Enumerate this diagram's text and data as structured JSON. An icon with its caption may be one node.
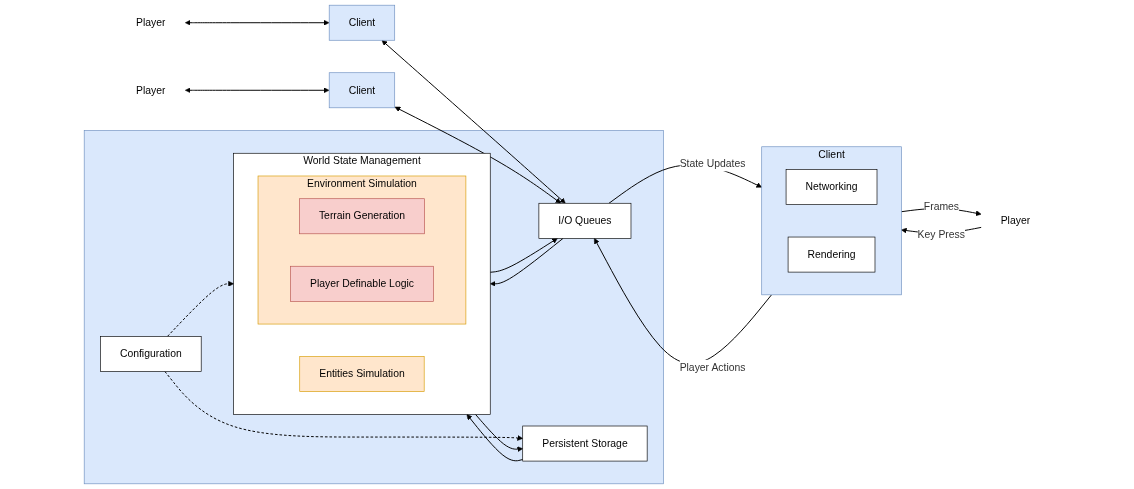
{
  "diagram": {
    "nodes": [
      {
        "text": [
          "Player"
        ]
      },
      {
        "text": [
          "Client"
        ]
      },
      {
        "text": [
          "Networking"
        ],
        "in": 1
      },
      {
        "text": [
          "Rendering"
        ],
        "in": 1
      },
      {
        "text": [
          "Player"
        ]
      },
      {
        "text": [
          "Client"
        ]
      },
      {
        "text": [
          "Player"
        ]
      },
      {
        "text": [
          "Client"
        ]
      },
      {
        "text": [],
        "shape": "box"
      },
      {
        "text": [
          "I/O Queues"
        ],
        "in": 8
      },
      {
        "text": [
          "World State Management"
        ],
        "in": 8
      },
      {
        "text": [
          "Environment Simulation"
        ],
        "in": 10
      },
      {
        "text": [
          "Terrain Generation"
        ],
        "in": 11
      },
      {
        "text": [
          "Player Definable Logic"
        ],
        "in": 11
      },
      {
        "text": [
          "Entities Simulation"
        ],
        "in": 10
      },
      {
        "text": [
          "Persistent Storage"
        ],
        "in": 8
      },
      {
        "text": [
          "Configuration"
        ],
        "in": 8
      }
    ],
    "edges": [
      {
        "from": 1,
        "to": 0,
        "arrow": "to",
        "label": "Frames"
      },
      {
        "from": 0,
        "to": 1,
        "arrow": "to",
        "label": "Key Press"
      },
      {
        "from": 1,
        "to": 9,
        "arrow": "to",
        "label": "Player Actions"
      },
      {
        "from": 9,
        "to": 1,
        "arrow": "to",
        "label": "State Updates"
      },
      {
        "from": 4,
        "to": 5,
        "arrow": "both"
      },
      {
        "from": 5,
        "to": 9,
        "arrow": "both"
      },
      {
        "from": 6,
        "to": 7,
        "arrow": "both"
      },
      {
        "from": 7,
        "to": 9,
        "arrow": "both"
      },
      {
        "from": 9,
        "to": 10,
        "arrow": "to"
      },
      {
        "from": 10,
        "to": 9,
        "arrow": "to"
      },
      {
        "from": 10,
        "to": 15,
        "arrow": "to"
      },
      {
        "from": 15,
        "to": 10,
        "arrow": "to"
      },
      {
        "from": 16,
        "to": 15,
        "arrow": "to",
        "style": "dashed"
      },
      {
        "from": 16,
        "to": 10,
        "arrow": "to",
        "style": "dashed"
      }
    ]
  }
}
